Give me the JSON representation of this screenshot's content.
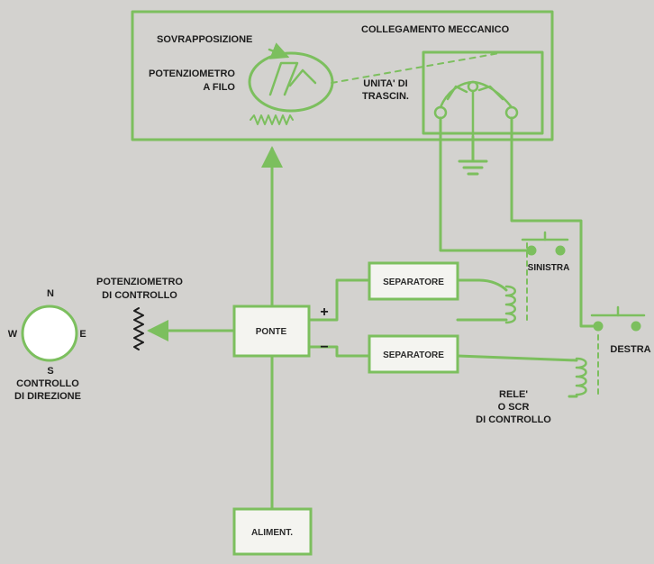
{
  "colors": {
    "background": "#d3d2cf",
    "line": "#7cbf5e",
    "box_fill": "#f4f4f0",
    "text": "#1c1c1c"
  },
  "labels": {
    "sovrapposizione": "SOVRAPPOSIZIONE",
    "collegamento": "COLLEGAMENTO MECCANICO",
    "potenziometro_filo": [
      "POTENZIOMETRO",
      "A FILO"
    ],
    "unita": [
      "UNITA' DI",
      "TRASCIN."
    ],
    "potenziometro_controllo": [
      "POTENZIOMETRO",
      "DI CONTROLLO"
    ],
    "controllo_direzione": [
      "CONTROLLO",
      "DI DIREZIONE"
    ],
    "sinistra": "SINISTRA",
    "destra": "DESTRA",
    "rele": [
      "RELE'",
      "O SCR",
      "DI CONTROLLO"
    ],
    "plus": "+",
    "minus": "−"
  },
  "compass": {
    "n": "N",
    "s": "S",
    "e": "E",
    "w": "W"
  },
  "boxes": {
    "ponte": "PONTE",
    "separatore_top": "SEPARATORE",
    "separatore_bottom": "SEPARATORE",
    "aliment": "ALIMENT."
  },
  "icons": [
    "wire-potentiometer-icon",
    "resistor-icon",
    "motor-icon",
    "ground-icon",
    "relay-coil-icon",
    "switch-contact-icon",
    "compass-dial-icon"
  ]
}
